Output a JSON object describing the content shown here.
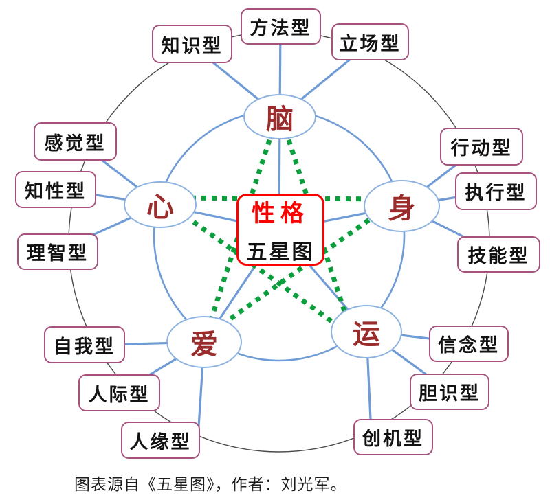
{
  "diagram": {
    "center": {
      "title": "性格",
      "subtitle": "五星图"
    },
    "nodes": [
      {
        "label": "脑",
        "types": [
          "知识型",
          "方法型",
          "立场型"
        ]
      },
      {
        "label": "心",
        "types": [
          "感觉型",
          "知性型",
          "理智型"
        ]
      },
      {
        "label": "身",
        "types": [
          "行动型",
          "执行型",
          "技能型"
        ]
      },
      {
        "label": "爱",
        "types": [
          "自我型",
          "人际型",
          "人缘型"
        ]
      },
      {
        "label": "运",
        "types": [
          "信念型",
          "胆识型",
          "创机型"
        ]
      }
    ],
    "pentagram_edges": [
      "心-身",
      "心-运",
      "脑-爱",
      "脑-运",
      "爱-身"
    ],
    "caption": "图表源自《五星图》，作者：刘光军。",
    "colors": {
      "node_text": "#9a2c2c",
      "center_accent": "#ff0000",
      "type_box_border": "#a6527c",
      "connector_blue": "#6f9bd6",
      "node_border_blue": "#8fb3e0",
      "pentagram_green": "#0a9e3c",
      "outer_ring_gray": "#4a4a4a"
    }
  }
}
